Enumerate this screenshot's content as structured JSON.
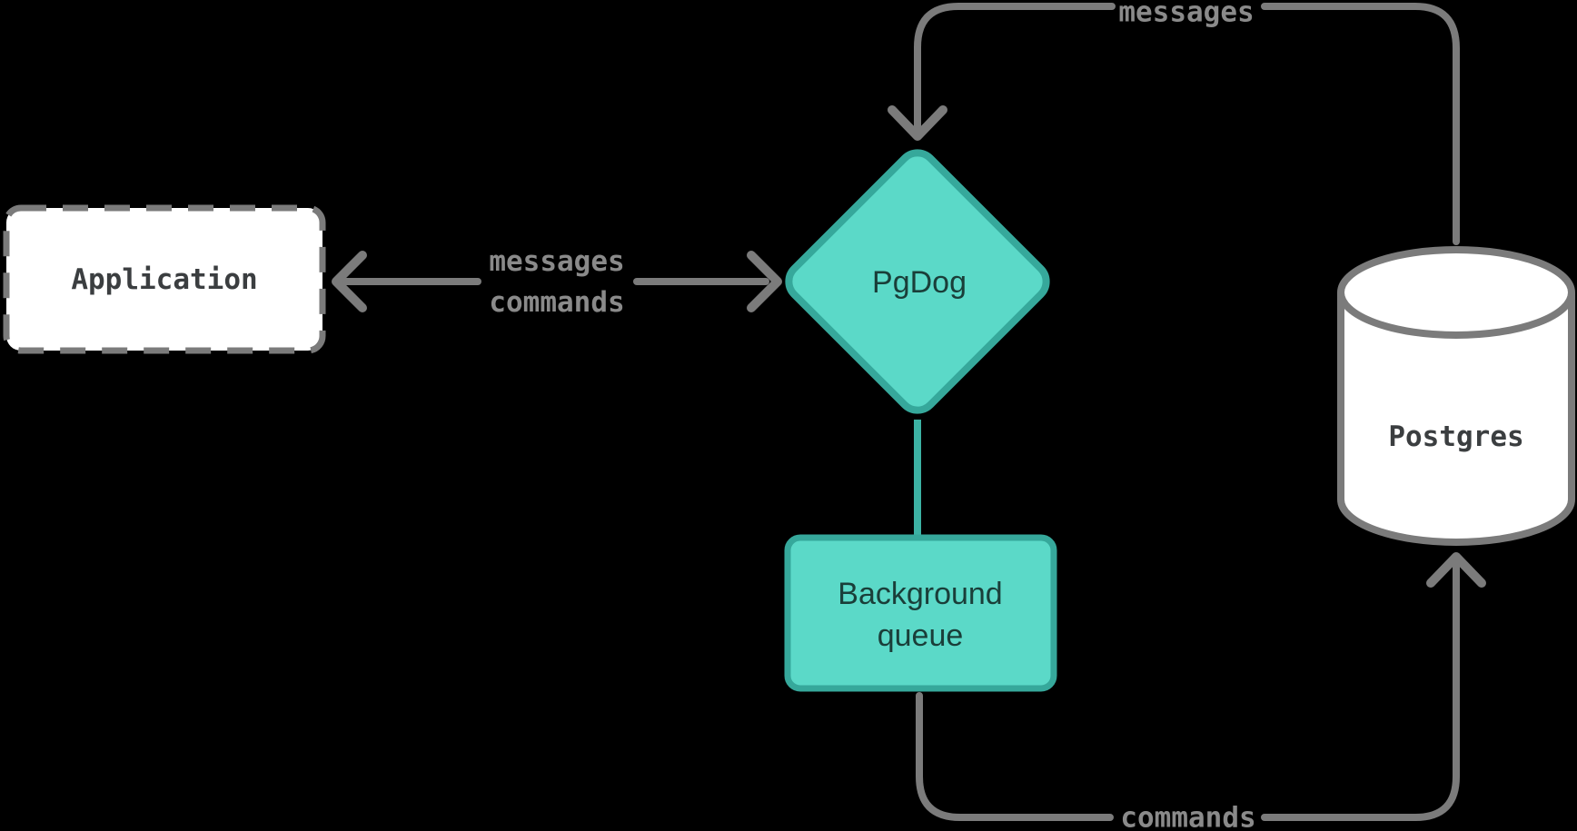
{
  "canvas": {
    "background": "#000000"
  },
  "colors": {
    "line_gray": "#7b7b7b",
    "edge_label_gray": "#8a8a8a",
    "node_label_dark": "#3b3e40",
    "teal_fill": "#5bd9c8",
    "teal_border": "#36a89b",
    "teal_connector": "#3cb2a4",
    "teal_label_dark": "#1a3e39",
    "node_fill": "#ffffff"
  },
  "nodes": {
    "application": {
      "label": "Application",
      "shape": "dashed-rectangle"
    },
    "pgdog": {
      "label": "PgDog",
      "shape": "diamond"
    },
    "background_queue": {
      "label": "Background queue",
      "shape": "rounded-rectangle"
    },
    "postgres": {
      "label": "Postgres",
      "shape": "database-cylinder"
    }
  },
  "edges": {
    "app_pgdog": {
      "label_line1": "messages",
      "label_line2": "commands",
      "direction": "bidirectional"
    },
    "postgres_pgdog": {
      "label": "messages",
      "direction": "postgres-to-pgdog"
    },
    "queue_postgres": {
      "label": "commands",
      "direction": "queue-to-postgres"
    },
    "pgdog_queue": {
      "direction": "undirected"
    }
  }
}
